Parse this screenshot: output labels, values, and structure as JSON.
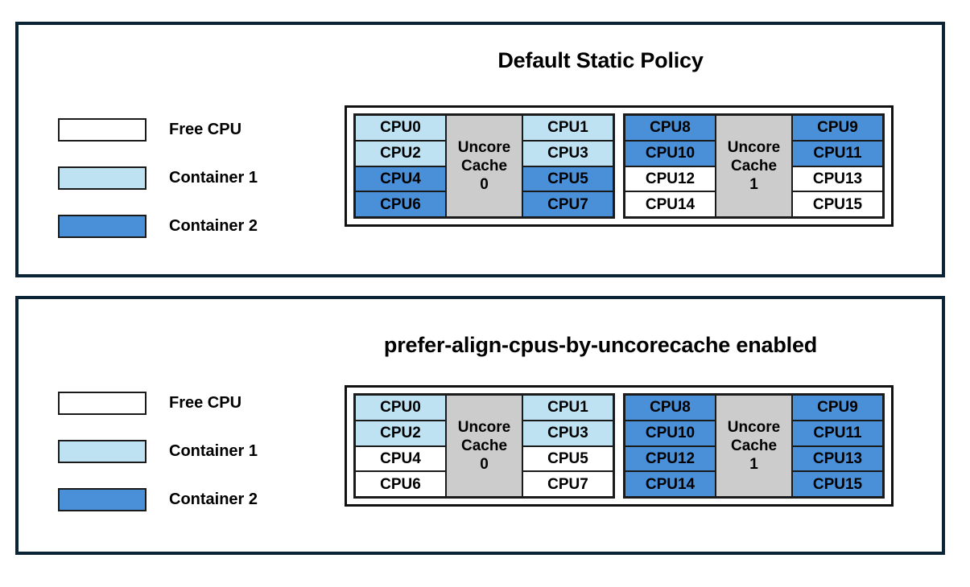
{
  "colors": {
    "free": "#ffffff",
    "container1": "#bfe2f3",
    "container2": "#4a90d9",
    "cache": "#cccccc",
    "panel_border": "#0a2435",
    "cell_border": "#1a1a1a"
  },
  "panels": [
    {
      "title": "Default Static Policy",
      "legend": [
        {
          "label": "Free CPU",
          "color": "#ffffff"
        },
        {
          "label": "Container 1",
          "color": "#bfe2f3"
        },
        {
          "label": "Container 2",
          "color": "#4a90d9"
        }
      ],
      "groups": [
        {
          "cache_lines": [
            "Uncore",
            "Cache",
            "0"
          ],
          "left_column": [
            {
              "label": "CPU0",
              "color": "#bfe2f3"
            },
            {
              "label": "CPU2",
              "color": "#bfe2f3"
            },
            {
              "label": "CPU4",
              "color": "#4a90d9"
            },
            {
              "label": "CPU6",
              "color": "#4a90d9"
            }
          ],
          "right_column": [
            {
              "label": "CPU1",
              "color": "#bfe2f3"
            },
            {
              "label": "CPU3",
              "color": "#bfe2f3"
            },
            {
              "label": "CPU5",
              "color": "#4a90d9"
            },
            {
              "label": "CPU7",
              "color": "#4a90d9"
            }
          ]
        },
        {
          "cache_lines": [
            "Uncore",
            "Cache",
            "1"
          ],
          "left_column": [
            {
              "label": "CPU8",
              "color": "#4a90d9"
            },
            {
              "label": "CPU10",
              "color": "#4a90d9"
            },
            {
              "label": "CPU12",
              "color": "#ffffff"
            },
            {
              "label": "CPU14",
              "color": "#ffffff"
            }
          ],
          "right_column": [
            {
              "label": "CPU9",
              "color": "#4a90d9"
            },
            {
              "label": "CPU11",
              "color": "#4a90d9"
            },
            {
              "label": "CPU13",
              "color": "#ffffff"
            },
            {
              "label": "CPU15",
              "color": "#ffffff"
            }
          ]
        }
      ]
    },
    {
      "title": "prefer-align-cpus-by-uncorecache enabled",
      "legend": [
        {
          "label": "Free CPU",
          "color": "#ffffff"
        },
        {
          "label": "Container 1",
          "color": "#bfe2f3"
        },
        {
          "label": "Container 2",
          "color": "#4a90d9"
        }
      ],
      "groups": [
        {
          "cache_lines": [
            "Uncore",
            "Cache",
            "0"
          ],
          "left_column": [
            {
              "label": "CPU0",
              "color": "#bfe2f3"
            },
            {
              "label": "CPU2",
              "color": "#bfe2f3"
            },
            {
              "label": "CPU4",
              "color": "#ffffff"
            },
            {
              "label": "CPU6",
              "color": "#ffffff"
            }
          ],
          "right_column": [
            {
              "label": "CPU1",
              "color": "#bfe2f3"
            },
            {
              "label": "CPU3",
              "color": "#bfe2f3"
            },
            {
              "label": "CPU5",
              "color": "#ffffff"
            },
            {
              "label": "CPU7",
              "color": "#ffffff"
            }
          ]
        },
        {
          "cache_lines": [
            "Uncore",
            "Cache",
            "1"
          ],
          "left_column": [
            {
              "label": "CPU8",
              "color": "#4a90d9"
            },
            {
              "label": "CPU10",
              "color": "#4a90d9"
            },
            {
              "label": "CPU12",
              "color": "#4a90d9"
            },
            {
              "label": "CPU14",
              "color": "#4a90d9"
            }
          ],
          "right_column": [
            {
              "label": "CPU9",
              "color": "#4a90d9"
            },
            {
              "label": "CPU11",
              "color": "#4a90d9"
            },
            {
              "label": "CPU13",
              "color": "#4a90d9"
            },
            {
              "label": "CPU15",
              "color": "#4a90d9"
            }
          ]
        }
      ]
    }
  ]
}
